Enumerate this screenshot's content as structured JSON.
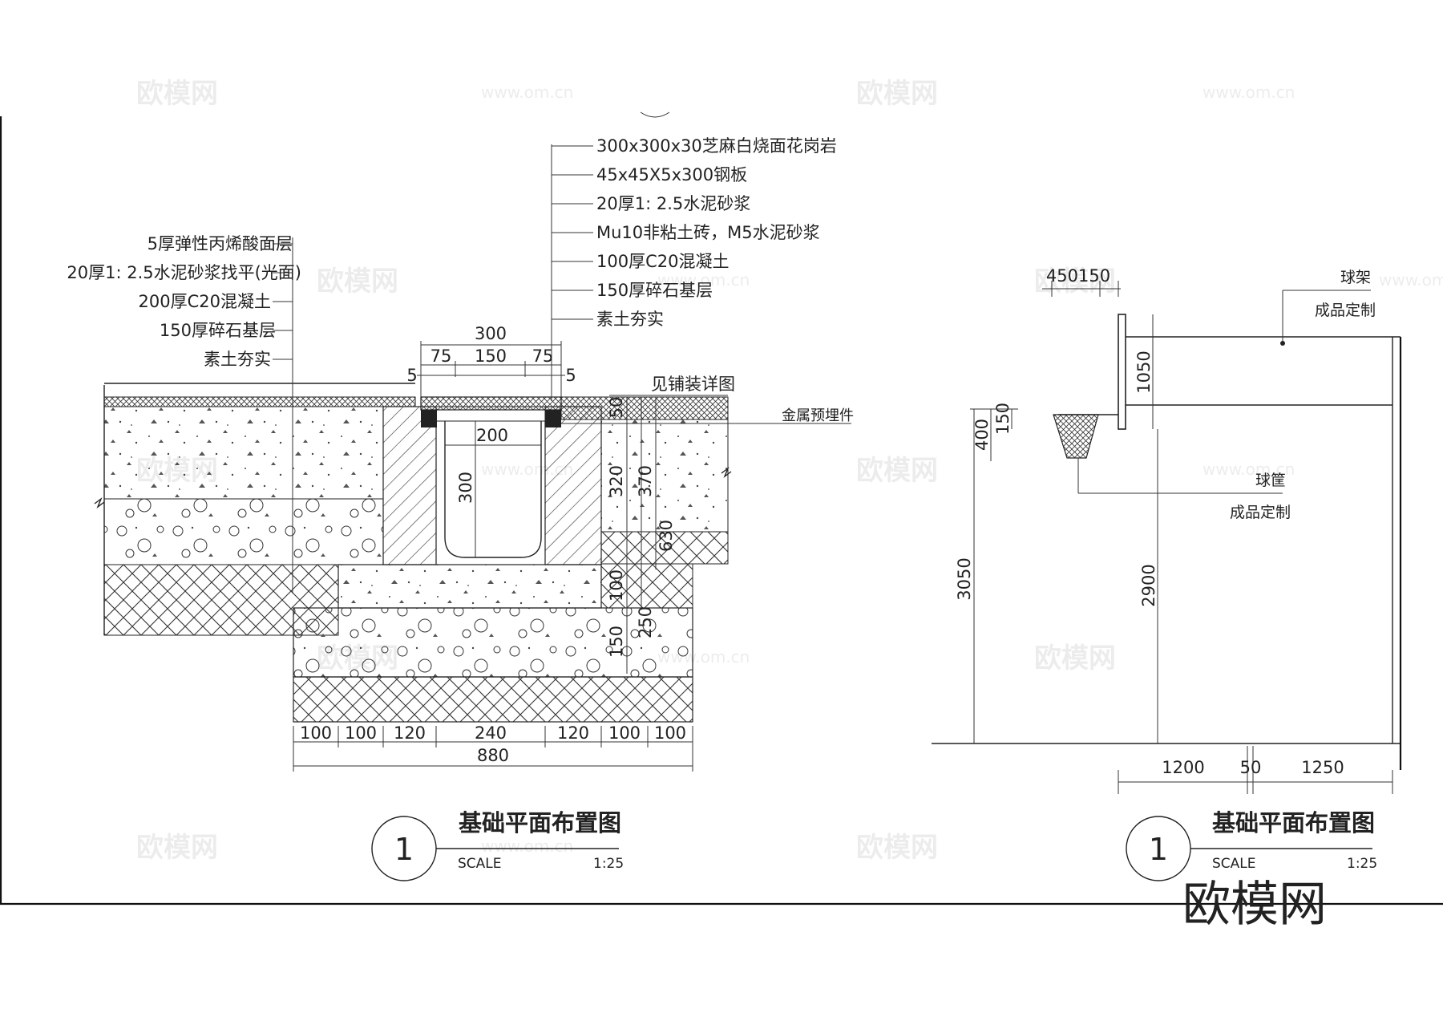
{
  "left_drawing": {
    "top_callouts": [
      "300x300x30芝麻白烧面花岗岩",
      "45x45X5x300钢板",
      "20厚1: 2.5水泥砂浆",
      "Mu10非粘土砖，M5水泥砂浆",
      "100厚C20混凝土",
      "150厚碎石基层",
      "素土夯实"
    ],
    "left_callouts": [
      "5厚弹性丙烯酸面层",
      "20厚1: 2.5水泥砂浆找平(光面)",
      "200厚C20混凝土",
      "150厚碎石基层",
      "素土夯实"
    ],
    "right_callouts": [
      "见铺装详图",
      "金属预埋件"
    ],
    "dims_top": {
      "overall": "300",
      "parts": [
        "75",
        "150",
        "75"
      ],
      "edge_left": "5",
      "edge_right": "5"
    },
    "dim_inner_width": "200",
    "dim_channel_depth": "300",
    "dims_right": [
      "50",
      "320",
      "370",
      "630",
      "100",
      "250",
      "150"
    ],
    "dims_bottom": [
      "100",
      "100",
      "120",
      "240",
      "120",
      "100",
      "100"
    ],
    "dim_total": "880",
    "title": {
      "number": "1",
      "name": "基础平面布置图",
      "scale_label": "SCALE",
      "scale_value": "1:25"
    }
  },
  "right_drawing": {
    "dim_top": "450150",
    "label_frame": "球架",
    "label_frame_note": "成品定制",
    "label_hoop": "球筐",
    "label_hoop_note": "成品定制",
    "dims_vertical": [
      "1050",
      "400",
      "150",
      "3050",
      "2900"
    ],
    "dims_bottom": [
      "1200",
      "50",
      "1250"
    ],
    "title": {
      "number": "1",
      "name": "基础平面布置图",
      "scale_label": "SCALE",
      "scale_value": "1:25"
    }
  },
  "watermark": {
    "brand": "欧模网",
    "url": "www.om.cn"
  }
}
